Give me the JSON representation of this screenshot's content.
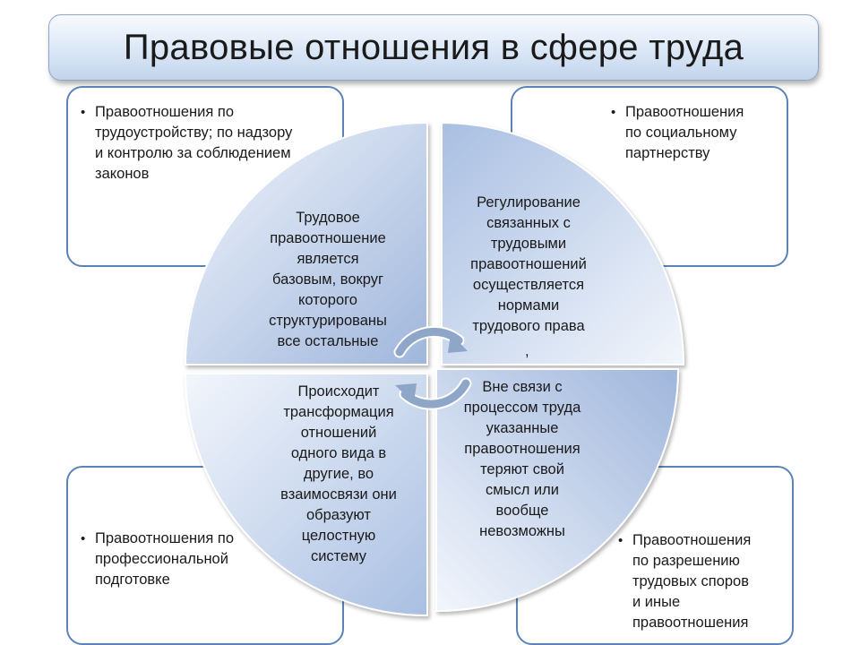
{
  "title": "Правовые отношения в сфере труда",
  "corner_boxes": {
    "top_left": "Правоотношения по\nтрудоустройству; по надзору\nи контролю за соблюдением\nзаконов",
    "top_right": "Правоотношения\nпо социальному\nпартнерству",
    "bottom_left": "Правоотношения по\nпрофессиональной\nподготовке",
    "bottom_right": "Правоотношения\nпо разрешению\nтрудовых споров\nи иные\nправоотношения"
  },
  "quadrants": {
    "top_left": "Трудовое\nправоотношение\nявляется\nбазовым, вокруг\nкоторого\nструктурированы\nвсе остальные",
    "top_right": "Регулирование\nсвязанных с\nтрудовыми\nправоотношений\nосуществляется\nнормами\nтрудового права",
    "top_right_comma": ",",
    "bottom_left": "Происходит\nтрансформация\nотношений\nодного вида в\nдругие, во\nвзаимосвязи они\nобразуют\nцелостную\nсистему",
    "bottom_right": "Вне связи с\nпроцессом труда\nуказанные\nправоотношения\nтеряют свой\nсмысл или\nвообще\nневозможны"
  },
  "colors": {
    "box_border": "#5b84b6",
    "quadrant_light": "#eef3fb",
    "quadrant_dark": "#9fb6dc",
    "accent": "#4f81bd"
  }
}
